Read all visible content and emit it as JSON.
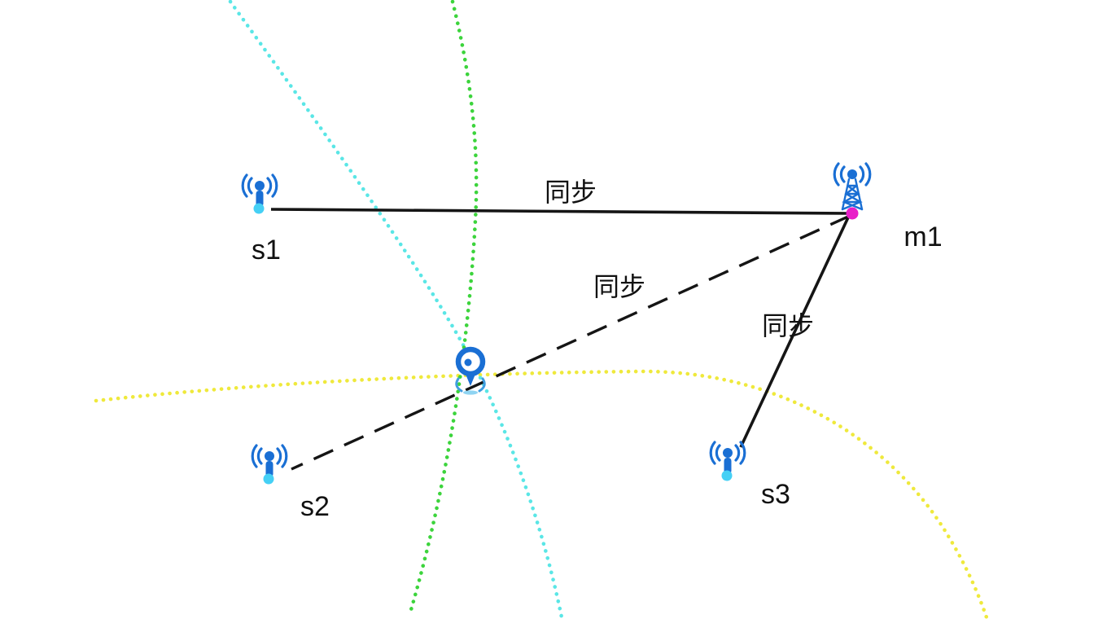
{
  "diagram": {
    "description": "TDOA positioning diagram with three wifi stations, one base-station tower, a target location pin and hyperbola curves",
    "background_color": "#ffffff",
    "nodes": {
      "s1": {
        "label": "s1",
        "type": "wifi-station"
      },
      "s2": {
        "label": "s2",
        "type": "wifi-station"
      },
      "s3": {
        "label": "s3",
        "type": "wifi-station"
      },
      "m1": {
        "label": "m1",
        "type": "base-station-tower"
      },
      "target": {
        "type": "location-pin"
      }
    },
    "links": {
      "s1_m1": {
        "label": "同步",
        "style": "solid"
      },
      "m1_s2": {
        "label": "同步",
        "style": "dashed"
      },
      "m1_s3": {
        "label": "同步",
        "style": "solid"
      }
    },
    "colors": {
      "link_line": "#151515",
      "icon_blue": "#1a6fd4",
      "icon_light_blue": "#45d0f5",
      "tower_base_dot": "#e81ec8",
      "curve_cyan": "#5ae6e6",
      "curve_green": "#3cd43c",
      "curve_yellow": "#efe93c"
    }
  }
}
